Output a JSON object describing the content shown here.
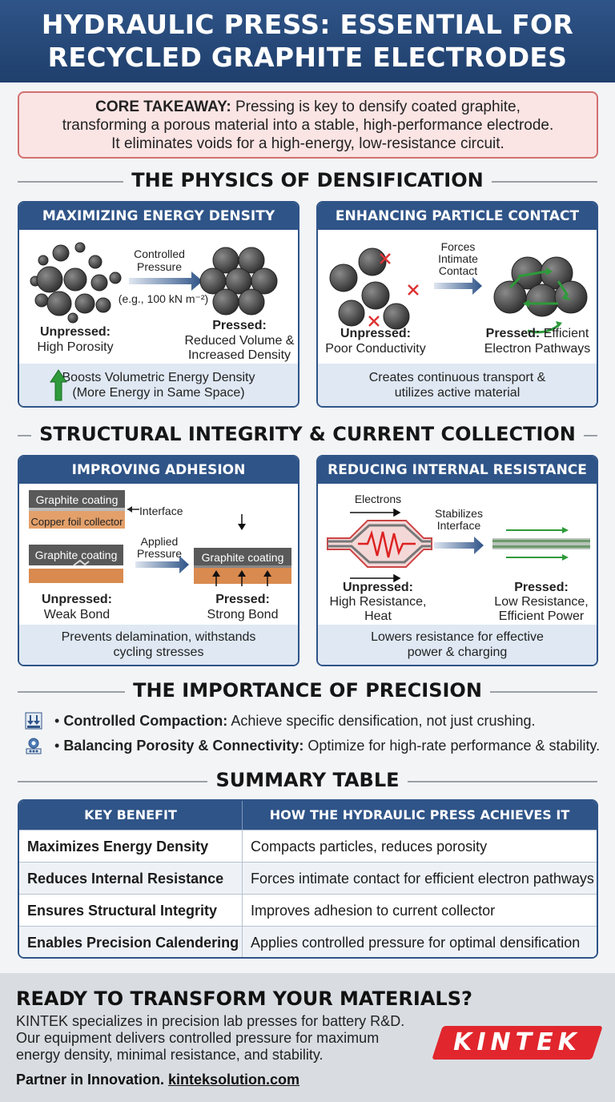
{
  "header": {
    "line1": "HYDRAULIC PRESS: ESSENTIAL FOR",
    "line2": "RECYCLED GRAPHITE ELECTRODES"
  },
  "takeaway": {
    "label": "CORE TAKEAWAY:",
    "line1": " Pressing is key to densify coated graphite,",
    "line2": "transforming a porous material into a stable, high-performance electrode.",
    "line3": "It eliminates voids for a high-energy, low-resistance circuit."
  },
  "sections": {
    "physics": "THE PHYSICS OF DENSIFICATION",
    "structural": "STRUCTURAL INTEGRITY & CURRENT COLLECTION",
    "precision": "THE IMPORTANCE OF PRECISION",
    "summary": "SUMMARY TABLE"
  },
  "cards": {
    "energy": {
      "title": "MAXIMIZING ENERGY DENSITY",
      "arrow_label1": "Controlled",
      "arrow_label2": "Pressure",
      "arrow_note": "(e.g., 100 kN m⁻²)",
      "unpressed_bold": "Unpressed:",
      "unpressed_text": "High Porosity",
      "pressed_bold": "Pressed:",
      "pressed_text1": "Reduced Volume &",
      "pressed_text2": "Increased Density",
      "foot1": "Boosts Volumetric Energy Density",
      "foot2": "(More Energy in Same Space)"
    },
    "contact": {
      "title": "ENHANCING PARTICLE CONTACT",
      "arrow_label1": "Forces",
      "arrow_label2": "Intimate",
      "arrow_label3": "Contact",
      "unpressed_bold": "Unpressed:",
      "unpressed_text": "Poor Conductivity",
      "pressed_bold": "Pressed:",
      "pressed_text1": " Efficient",
      "pressed_text2": "Electron Pathways",
      "foot1": "Creates continuous transport &",
      "foot2": "utilizes active material"
    },
    "adhesion": {
      "title": "IMPROVING ADHESION",
      "coating": "Graphite coating",
      "foil": "Copper foil collector",
      "interface": "Interface",
      "arrow_label1": "Applied",
      "arrow_label2": "Pressure",
      "unpressed_bold": "Unpressed:",
      "unpressed_text": "Weak Bond",
      "pressed_bold": "Pressed:",
      "pressed_text": "Strong Bond",
      "foot1": "Prevents delamination, withstands",
      "foot2": "cycling stresses"
    },
    "resistance": {
      "title": "REDUCING INTERNAL RESISTANCE",
      "electrons": "Electrons",
      "arrow_label1": "Stabilizes",
      "arrow_label2": "Interface",
      "unpressed_bold": "Unpressed:",
      "unpressed_text1": "High Resistance,",
      "unpressed_text2": "Heat",
      "pressed_bold": "Pressed:",
      "pressed_text1": "Low Resistance,",
      "pressed_text2": "Efficient Power",
      "foot1": "Lowers resistance for effective",
      "foot2": "power & charging"
    }
  },
  "bullets": [
    {
      "bold": "Controlled Compaction:",
      "text": " Achieve specific densification, not just crushing.",
      "icon": "compaction-icon"
    },
    {
      "bold": "Balancing Porosity & Connectivity:",
      "text": " Optimize for high-rate performance & stability.",
      "icon": "porosity-icon"
    }
  ],
  "table": {
    "headers": [
      "KEY BENEFIT",
      "HOW THE HYDRAULIC PRESS ACHIEVES IT"
    ],
    "rows": [
      [
        "Maximizes Energy Density",
        "Compacts particles, reduces porosity"
      ],
      [
        "Reduces Internal Resistance",
        "Forces intimate contact for efficient electron pathways"
      ],
      [
        "Ensures Structural Integrity",
        "Improves adhesion to current collector"
      ],
      [
        "Enables Precision Calendering",
        "Applies controlled pressure for optimal densification"
      ]
    ]
  },
  "cta": {
    "title": "READY TO TRANSFORM YOUR MATERIALS?",
    "body1": "KINTEK specializes in precision lab presses for battery R&D.",
    "body2": "Our equipment delivers controlled pressure for maximum",
    "body3": "energy density, minimal resistance, and stability.",
    "foot_prefix": "Partner in Innovation. ",
    "foot_link": "kinteksolution.com",
    "logo": "KINTEK"
  },
  "colors": {
    "navy": "#2f5488",
    "alert_red": "#d27070",
    "brand_red": "#e1262d",
    "green": "#2e9a3a",
    "copper": "#d98a4f"
  }
}
